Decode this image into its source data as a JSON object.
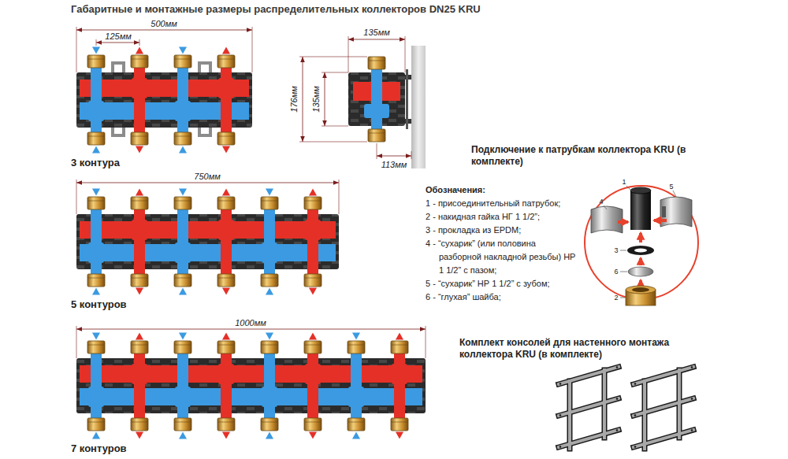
{
  "diagram": {
    "title": "Габаритные и монтажные размеры распределительных коллекторов DN25 KRU",
    "labels": [
      "500мм",
      "125мм",
      "135мм",
      "176мм",
      "135мм",
      "113мм",
      "3 контура",
      "Подключение к патрубкам коллектора KRU (в комплекте)",
      "750мм",
      "Обозначения:",
      "1 - присоединительный патрубок;",
      "2 - накидная гайка НГ 1 1/2”;",
      "3 - прокладка из EPDM;",
      "4 - “сухарик” (или половина разборной накладной резьбы) НР 1 1/2” с пазом;",
      "5 - “сухарик” НР 1 1/2” с зубом;",
      "6 - “глухая” шайба;",
      "1",
      "5",
      "4",
      "3",
      "6",
      "2",
      "5 контуров",
      "Комплект консолей для настенного монтажа коллектора KRU (в комплекте)",
      "1000мм",
      "7 контуров"
    ]
  }
}
